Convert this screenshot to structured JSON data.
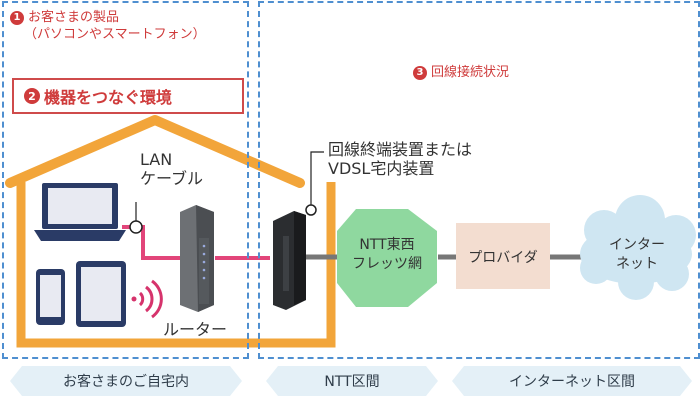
{
  "zones": {
    "customer": {
      "number": "1",
      "title_line1": "お客さまの製品",
      "title_line2": "（パソコンやスマートフォン）"
    },
    "environment": {
      "number": "2",
      "label": "機器をつなぐ環境"
    },
    "line_status": {
      "number": "3",
      "label": "回線接続状況"
    }
  },
  "devices": {
    "lan_cable_line1": "LAN",
    "lan_cable_line2": "ケーブル",
    "router": "ルーター",
    "onu_line1": "回線終端装置または",
    "onu_line2": "VDSL宅内装置"
  },
  "network": {
    "ntt_line1": "NTT東西",
    "ntt_line2": "フレッツ網",
    "provider": "プロバイダ",
    "internet_line1": "インター",
    "internet_line2": "ネット"
  },
  "footer_tabs": {
    "home": "お客さまのご自宅内",
    "ntt": "NTT区間",
    "internet": "インターネット区間"
  },
  "colors": {
    "zone_border": "#4f8fd0",
    "accent_red": "#cf3b3b",
    "house_orange": "#f2a53a",
    "cable_pink": "#e2457a",
    "ntt_green": "#8fd89f",
    "provider_beige": "#f3ddd0",
    "cloud_blue": "#cfe6f2",
    "line_gray": "#777777"
  }
}
